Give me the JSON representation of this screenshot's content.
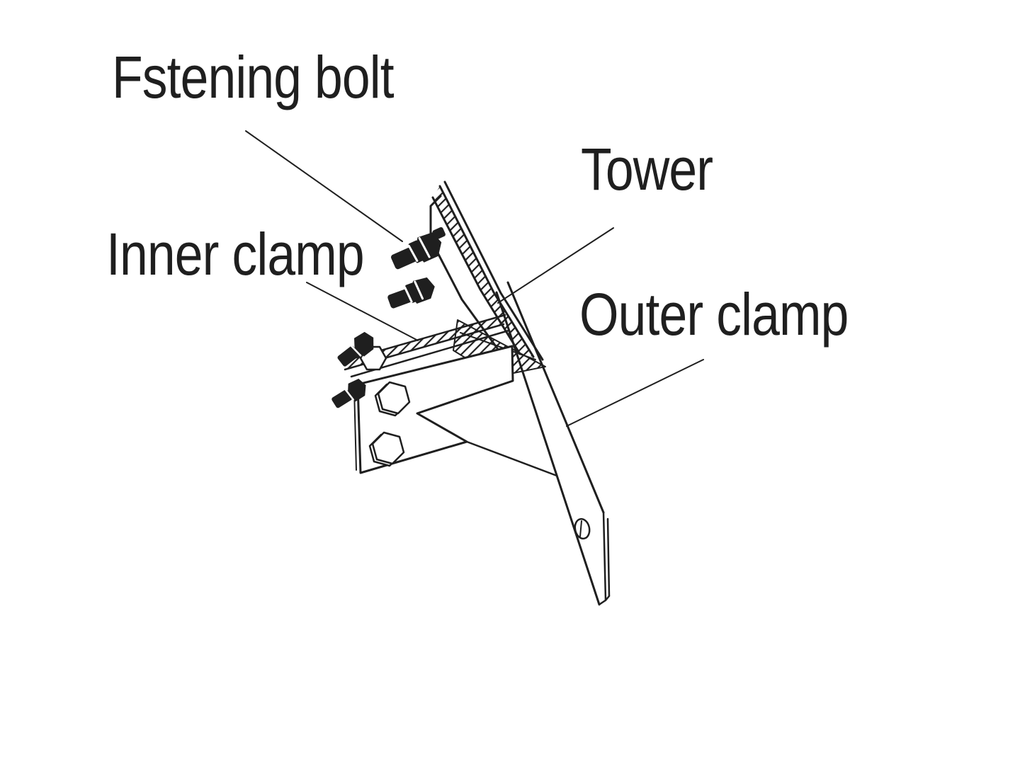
{
  "figure": {
    "background_color": "#ffffff",
    "ink_color": "#1f1f1f",
    "labels": {
      "fastening_bolt": "Fstening bolt",
      "tower": "Tower",
      "inner_clamp": "Inner clamp",
      "outer_clamp": "Outer clamp"
    }
  }
}
